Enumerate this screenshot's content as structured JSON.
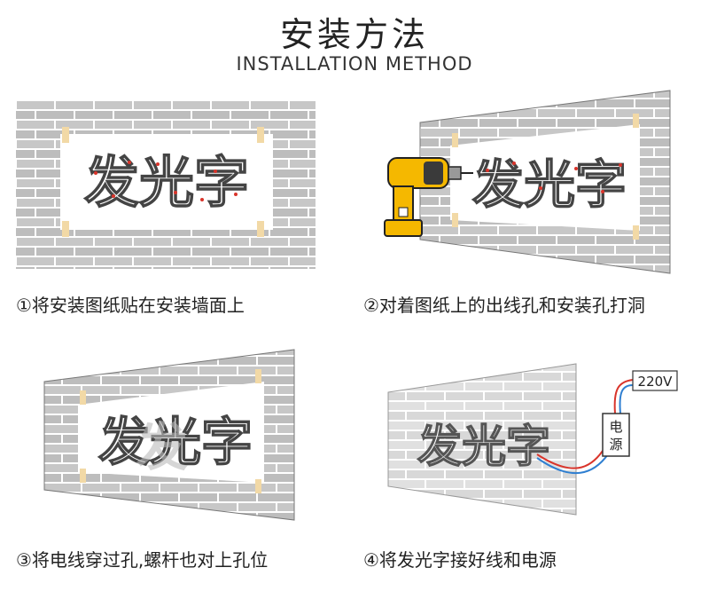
{
  "header": {
    "title": "安装方法",
    "subtitle": "INSTALLATION METHOD"
  },
  "sign_text": "发光字",
  "steps": [
    {
      "caption": "①将安装图纸贴在安装墙面上"
    },
    {
      "caption": "②对着图纸上的出线孔和安装孔打洞"
    },
    {
      "caption": "③将电线穿过孔,螺杆也对上孔位"
    },
    {
      "caption": "④将发光字接好线和电源"
    }
  ],
  "power": {
    "voltage_label": "220V",
    "supply_label_line1": "电",
    "supply_label_line2": "源"
  },
  "colors": {
    "brick": "#c9c9c9",
    "mortar": "#ffffff",
    "paper": "#ffffff",
    "tape": "#f2d9a6",
    "drill": "#f5b800",
    "wire_red": "#d9342b",
    "wire_blue": "#2f7fd1"
  },
  "icons": [
    "drill-icon",
    "power-supply-icon"
  ]
}
